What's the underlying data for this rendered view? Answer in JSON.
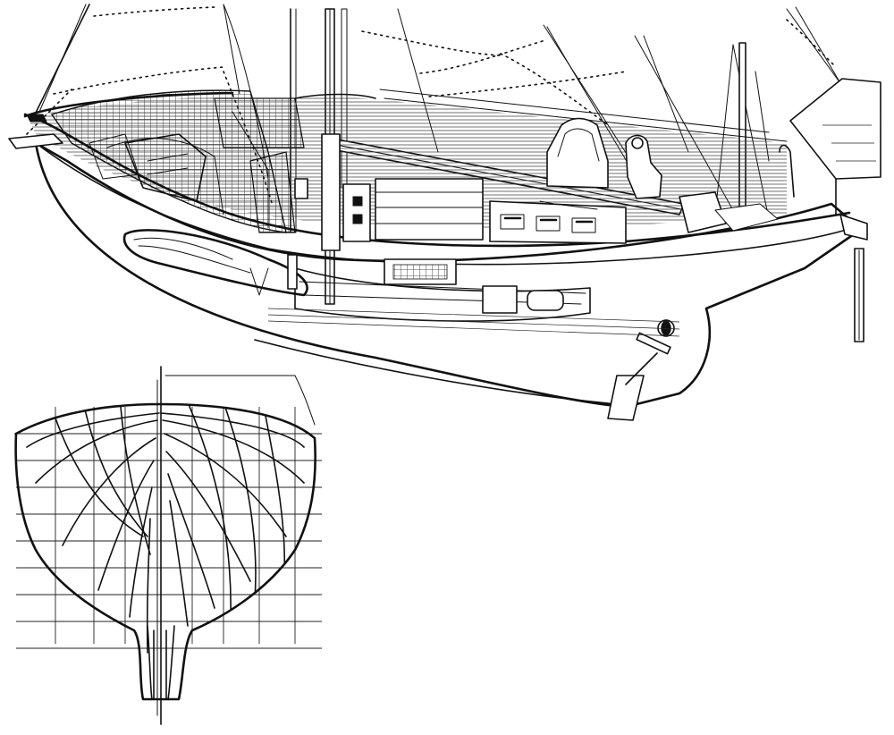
{
  "drawing": {
    "views": [
      "perspective-cutaway",
      "body-plan"
    ],
    "background": "#ffffff",
    "ink": "#111111",
    "style": "monochrome line drawing"
  }
}
